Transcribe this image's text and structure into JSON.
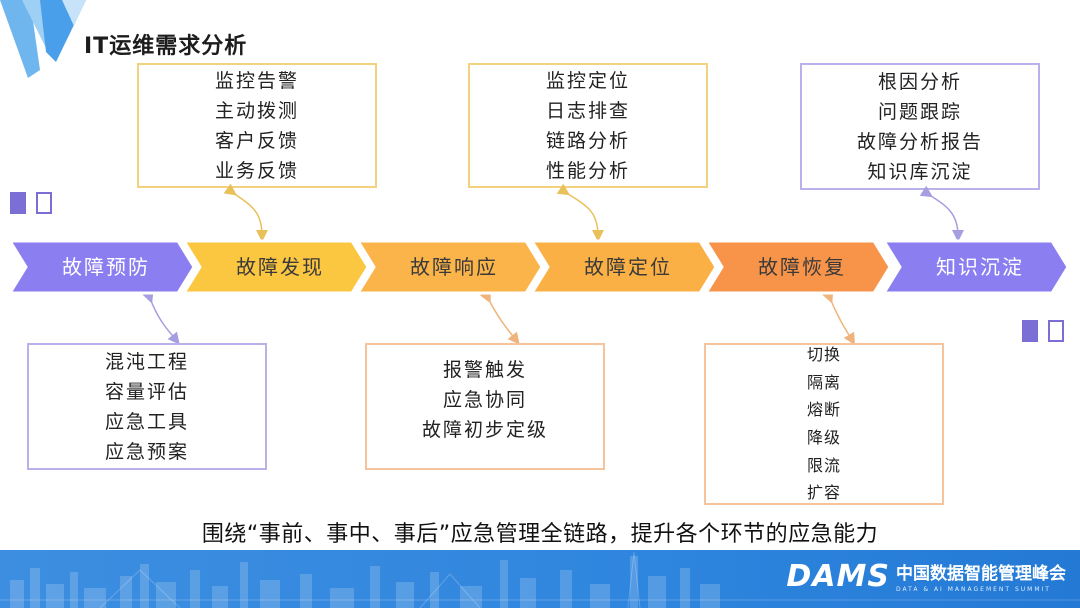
{
  "page_title": "IT运维需求分析",
  "colors": {
    "accent_purple": "#7b6fd6",
    "accent_yellow": "#f7c040",
    "accent_orange": "#f79a4b",
    "footer_blue": "#2f86de"
  },
  "flow": [
    {
      "label": "故障预防",
      "color": "#8b7ef0"
    },
    {
      "label": "故障发现",
      "color": "#fbc640"
    },
    {
      "label": "故障响应",
      "color": "#fbb44a"
    },
    {
      "label": "故障定位",
      "color": "#fbb046"
    },
    {
      "label": "故障恢复",
      "color": "#f8944a"
    },
    {
      "label": "知识沉淀",
      "color": "#8b7ef0"
    }
  ],
  "boxes": {
    "discovery": [
      "监控告警",
      "主动拨测",
      "客户反馈",
      "业务反馈"
    ],
    "locate": [
      "监控定位",
      "日志排查",
      "链路分析",
      "性能分析"
    ],
    "knowledge": [
      "根因分析",
      "问题跟踪",
      "故障分析报告",
      "知识库沉淀"
    ],
    "prevention": [
      "混沌工程",
      "容量评估",
      "应急工具",
      "应急预案"
    ],
    "response": [
      "报警触发",
      "应急协同",
      "故障初步定级"
    ],
    "recovery": [
      "切换",
      "隔离",
      "熔断",
      "降级",
      "限流",
      "扩容"
    ]
  },
  "caption": "围绕“事前、事中、事后”应急管理全链路，提升各个环节的应急能力",
  "footer": {
    "brand_mark": "DAMS",
    "brand_cn": "中国数据智能管理峰会",
    "brand_en": "DATA & AI MANAGEMENT SUMMIT"
  }
}
